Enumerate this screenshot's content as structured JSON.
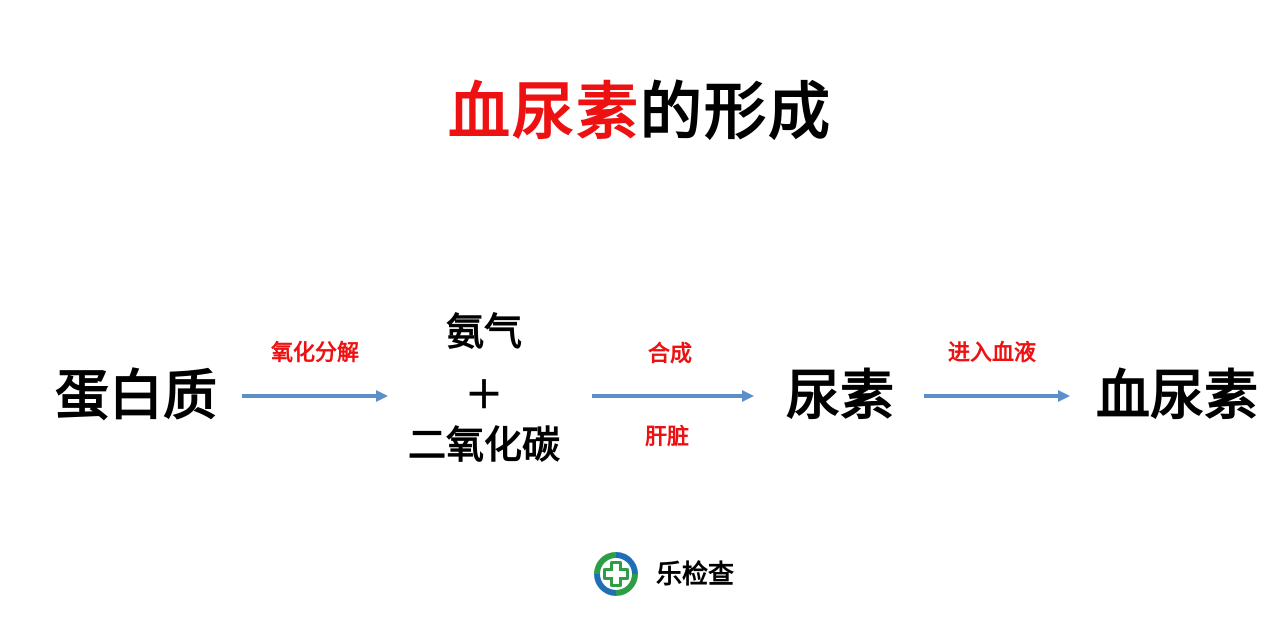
{
  "title": {
    "red_part": "血尿素",
    "black_part": "的形成"
  },
  "nodes": {
    "protein": "蛋白质",
    "ammonia": "氨气",
    "plus": "＋",
    "co2": "二氧化碳",
    "urea": "尿素",
    "blood_urea": "血尿素"
  },
  "edges": {
    "e1_top": "氧化分解",
    "e2_top": "合成",
    "e2_bottom": "肝脏",
    "e3_top": "进入血液"
  },
  "brand": {
    "name": "乐检查",
    "logo_icon": "medical-cross-logo-icon"
  },
  "colors": {
    "accent_red": "#ee1111",
    "arrow_blue": "#5b8fc9",
    "logo_green": "#2e9e46",
    "logo_blue": "#1f6fb7"
  }
}
